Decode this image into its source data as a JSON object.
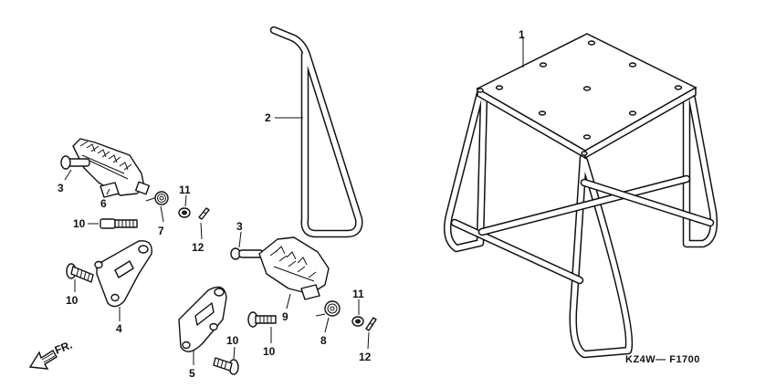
{
  "callouts": {
    "c1": "1",
    "c2": "2",
    "c3a": "3",
    "c3b": "3",
    "c4": "4",
    "c5": "5",
    "c6": "6",
    "c7": "7",
    "c8": "8",
    "c9": "9",
    "c10a": "10",
    "c10b": "10",
    "c10c": "10",
    "c10d": "10",
    "c11a": "11",
    "c11b": "11",
    "c12a": "12",
    "c12b": "12"
  },
  "front_label": "FR.",
  "diagram_code": "KZ4W— F1700"
}
